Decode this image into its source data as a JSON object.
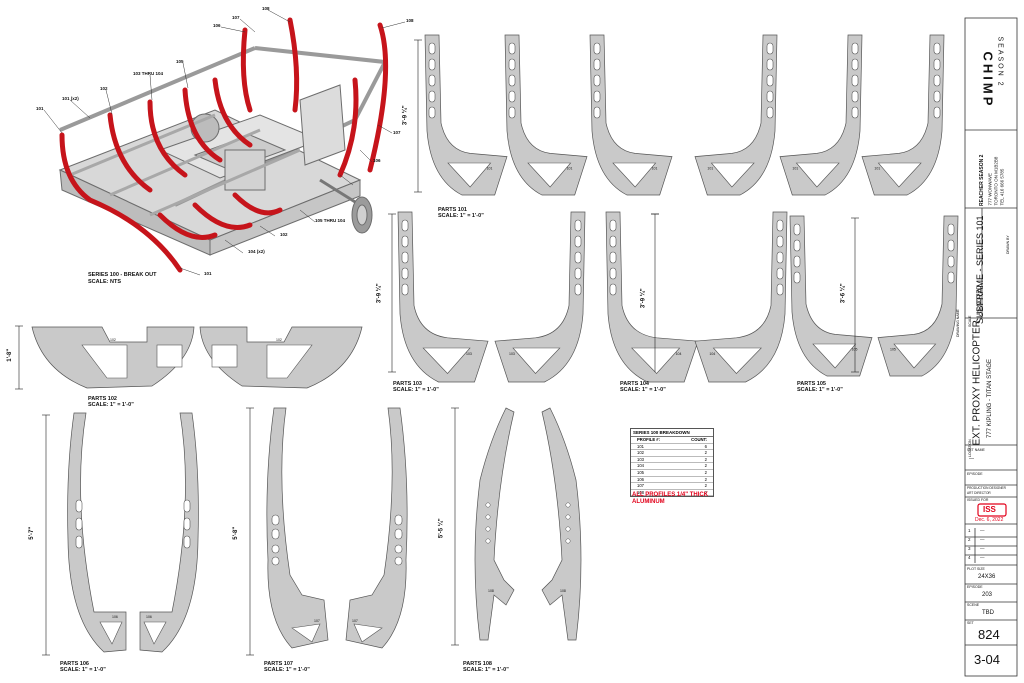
{
  "iso": {
    "labels": [
      "101",
      "101 (x2)",
      "102",
      "103 THRU 104",
      "105",
      "106",
      "107",
      "108",
      "108",
      "107",
      "106",
      "105 THRU 104",
      "104 (x2)",
      "102",
      "101"
    ],
    "caption_title": "SERIES 100 - BREAK OUT",
    "caption_scale": "SCALE: NTS"
  },
  "groups": {
    "p101": {
      "title": "PARTS 101",
      "scale": "SCALE: 1\" = 1'-0\"",
      "dim": "3'-9 ¼\"",
      "part": "101"
    },
    "p102": {
      "title": "PARTS 102",
      "scale": "SCALE: 1\" = 1'-0\"",
      "dim": "1'-8\"",
      "part": "102"
    },
    "p103": {
      "title": "PARTS 103",
      "scale": "SCALE: 1\" = 1'-0\"",
      "dim": "3'-9 ¼\"",
      "part": "103"
    },
    "p104": {
      "title": "PARTS 104",
      "scale": "SCALE: 1\" = 1'-0\"",
      "dim": "3'-9 ¼\"",
      "part": "104"
    },
    "p105": {
      "title": "PARTS 105",
      "scale": "SCALE: 1\" = 1'-0\"",
      "dim": "3'-6 ¼\"",
      "part": "105"
    },
    "p106": {
      "title": "PARTS 106",
      "scale": "SCALE: 1\" = 1'-0\"",
      "dim": "5'-7\"",
      "part": "106"
    },
    "p107": {
      "title": "PARTS 107",
      "scale": "SCALE: 1\" = 1'-0\"",
      "dim": "5'-8\"",
      "part": "107"
    },
    "p108": {
      "title": "PARTS 108",
      "scale": "SCALE: 1\" = 1'-0\"",
      "dim": "5'-5 ¼\"",
      "part": "108"
    }
  },
  "breakdown": {
    "title": "SERIES 100 BREAKDOWN",
    "col_profile": "PROFILE #:",
    "col_count": "COUNT:",
    "rows": [
      {
        "profile": "101",
        "count": "6"
      },
      {
        "profile": "102",
        "count": "2"
      },
      {
        "profile": "103",
        "count": "2"
      },
      {
        "profile": "104",
        "count": "2"
      },
      {
        "profile": "105",
        "count": "2"
      },
      {
        "profile": "106",
        "count": "2"
      },
      {
        "profile": "107",
        "count": "2"
      },
      {
        "profile": "108",
        "count": "2"
      }
    ]
  },
  "note": {
    "line1": "ALL PROFILES 1/4\" THICK",
    "line2": "ALUMINUM"
  },
  "title_block": {
    "logo": "CHIMP",
    "season": "SEASON 2",
    "company": "REACHER SEASON 2",
    "address1": "777 WONWAVE",
    "address2": "TORONTO ON M1B2B8",
    "phone": "TEL 416 666 5785",
    "drawing_name_label": "DRAWING NAME",
    "drawing_name": "SUBFRAME - SERIES 101",
    "drawn_by": "DRAWN BY",
    "scale_label": "SCALE",
    "scale_value": "AS NOTED",
    "project": "EXT. PROXY HELICOPTER",
    "location_label": "LOCATION",
    "location": "777 KIPLING - TITAN STAGE",
    "set_name_label": "SET NAME",
    "set_name": "—",
    "episode_label": "EPISODE",
    "production_designer": "PRODUCTION DESIGNER",
    "art_director": "ART DIRECTOR",
    "issued_label": "ISSUED FOR",
    "stamp": "ISS",
    "date": "Dec. 6, 2022",
    "revisions": [
      "1",
      "2",
      "3",
      "4"
    ],
    "rev_text": [
      "—",
      "—",
      "—",
      "—"
    ],
    "plot_size_label": "PLOT SIZE",
    "plot_size": "24X36",
    "episode_no_label": "EPISODE",
    "episode_no": "203",
    "scene_label": "SCENE",
    "scene": "TBD",
    "set_label": "SET",
    "set_number": "824",
    "sheet": "3-04"
  }
}
